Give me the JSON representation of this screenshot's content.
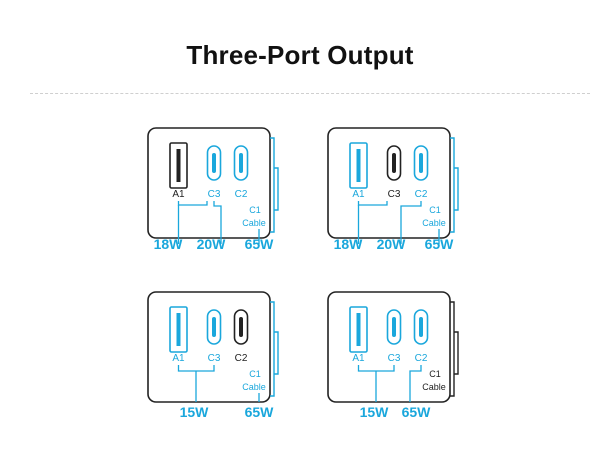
{
  "title": "Three-Port Output",
  "colors": {
    "active": "#1aa7dc",
    "inactive": "#222222",
    "outline": "#222222"
  },
  "ports": {
    "a1": "A1",
    "c3": "C3",
    "c2": "C2",
    "c1_top": "C1",
    "c1_bottom": "Cable"
  },
  "configs": [
    {
      "active": {
        "a1": false,
        "c3": true,
        "c2": true,
        "c1": true
      },
      "combined_a1_c3": false,
      "outputs": {
        "a1": "18W",
        "c3": "20W",
        "c2": "",
        "c1": "65W"
      }
    },
    {
      "active": {
        "a1": true,
        "c3": false,
        "c2": true,
        "c1": true
      },
      "combined_a1_c3": false,
      "outputs": {
        "a1": "18W",
        "c3": "",
        "c2": "20W",
        "c1": "65W"
      }
    },
    {
      "active": {
        "a1": true,
        "c3": true,
        "c2": false,
        "c1": true
      },
      "combined_a1_c3": true,
      "outputs": {
        "a1c3": "15W",
        "c1": "65W"
      }
    },
    {
      "active": {
        "a1": true,
        "c3": true,
        "c2": true,
        "c1": false
      },
      "combined_a1_c3": true,
      "outputs": {
        "a1c3": "15W",
        "c2": "65W"
      }
    }
  ]
}
